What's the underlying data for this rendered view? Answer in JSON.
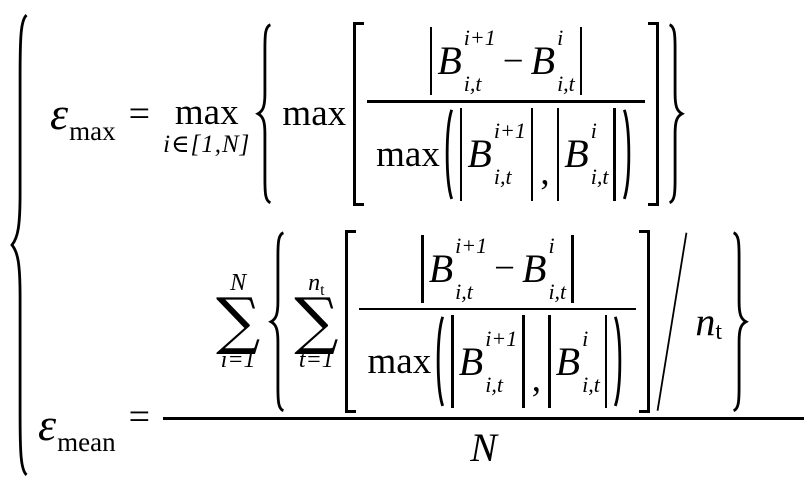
{
  "formula": {
    "system_brace": "{",
    "eq_max": {
      "lhs_symbol": "ε",
      "lhs_subscript": "max",
      "equals": "=",
      "operator": "max",
      "operator_domain": "i∈[1,N]",
      "inner_operator": "max",
      "linear": "ε_max = max_{i∈[1,N]} { max[ |B_{i,t}^{i+1} − B_{i,t}^{i}| / max(|B_{i,t}^{i+1}|,|B_{i,t}^{i}|) ] }"
    },
    "eq_mean": {
      "lhs_symbol": "ε",
      "lhs_subscript": "mean",
      "equals": "=",
      "sum_outer": {
        "op": "∑",
        "upper": "N",
        "lower": "i=1"
      },
      "sum_inner": {
        "op": "∑",
        "upper_base": "n",
        "upper_sub": "t",
        "lower": "t=1"
      },
      "divisor_base": "n",
      "divisor_sub": "t",
      "denominator": "N",
      "linear": "ε_mean = ( Σ_{i=1}^{N} { Σ_{t=1}^{n_t} [ |B_{i,t}^{i+1} − B_{i,t}^{i}| / max(|B_{i,t}^{i+1}|,|B_{i,t}^{i}|) ] / n_t } ) / N"
    },
    "ratio": {
      "var": "B",
      "sup_next": "i+1",
      "sup_curr": "i",
      "sub": "i,t",
      "minus": "−",
      "den_operator": "max",
      "comma": ","
    }
  }
}
